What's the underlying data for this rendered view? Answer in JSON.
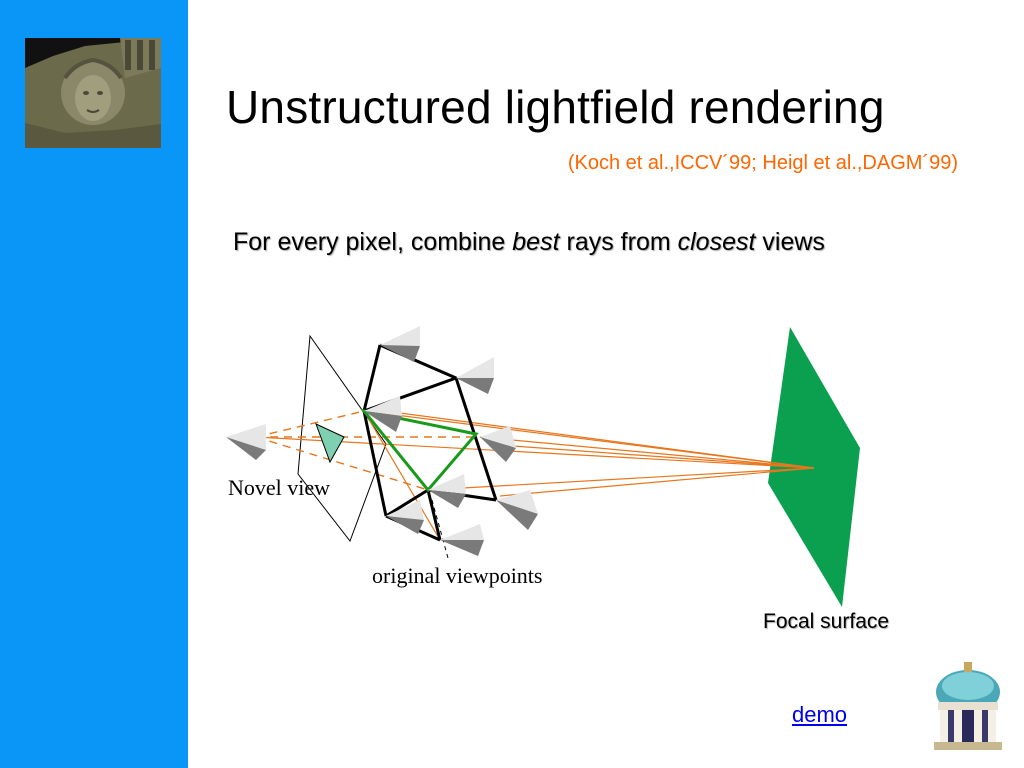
{
  "slide": {
    "title": "Unstructured lightfield rendering",
    "citation": "(Koch et al.,ICCV´99; Heigl et al.,DAGM´99)",
    "subtitle": {
      "part1": "For every pixel, combine ",
      "em1": "best",
      "part2": " rays from ",
      "em2": "closest",
      "part3": " views"
    }
  },
  "diagram": {
    "novel_view_label": "Novel view",
    "original_viewpoints_label": "original viewpoints",
    "focal_surface_label": "Focal surface",
    "colors": {
      "rays": "#e8761e",
      "mesh": "#000000",
      "selected_triangle": "#1a9a1a",
      "focal_plane": "#0aa050",
      "frustum": "#7fd0b0",
      "camera_light": "#e6e6e6",
      "camera_dark": "#7a7a7a"
    }
  },
  "links": {
    "demo": "demo"
  },
  "theme": {
    "sidebar_color": "#0a96f7",
    "citation_color": "#ff6600"
  },
  "images": {
    "logo": "medusa-relief-image",
    "footer": "temple-logo-image"
  }
}
